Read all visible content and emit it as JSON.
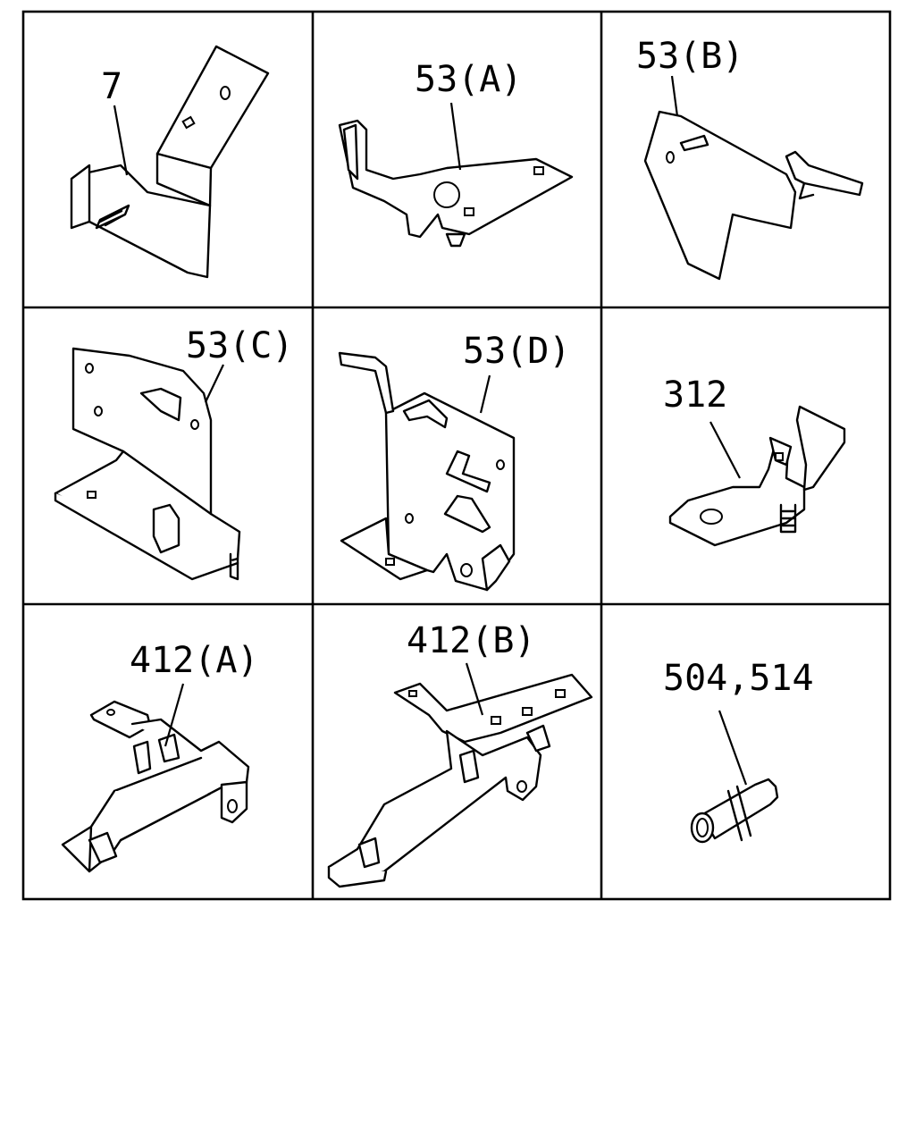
{
  "parts": [
    {
      "label": "7"
    },
    {
      "label": "53(A)"
    },
    {
      "label": "53(B)"
    },
    {
      "label": "53(C)"
    },
    {
      "label": "53(D)"
    },
    {
      "label": "312"
    },
    {
      "label": "412(A)"
    },
    {
      "label": "412(B)"
    },
    {
      "label": "504,514"
    }
  ]
}
